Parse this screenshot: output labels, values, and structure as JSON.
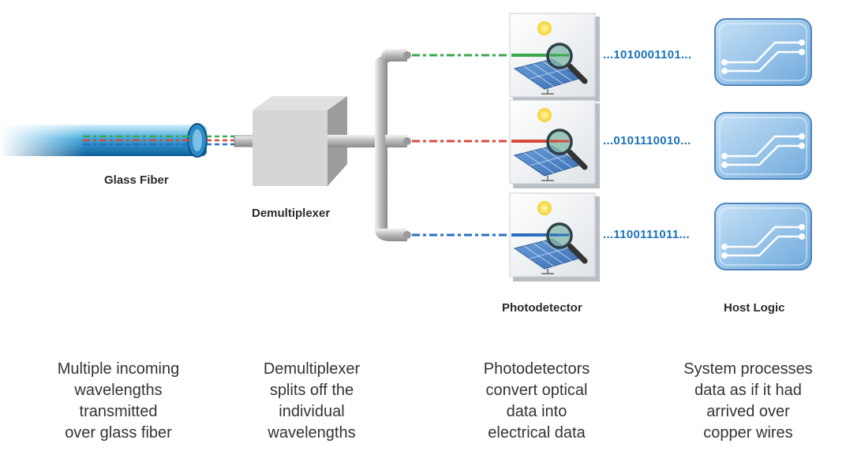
{
  "labels": {
    "glass_fiber": "Glass Fiber",
    "demultiplexer": "Demultiplexer",
    "photodetector": "Photodetector",
    "host_logic": "Host Logic"
  },
  "channels": [
    {
      "color": "#3aa84a",
      "bits": "...1010001101..."
    },
    {
      "color": "#d84a3a",
      "bits": "...0101110010..."
    },
    {
      "color": "#2a6fc0",
      "bits": "...1100111011..."
    }
  ],
  "descriptions": {
    "fiber": [
      "Multiple incoming",
      "wavelengths",
      "transmitted",
      "over glass fiber"
    ],
    "demux": [
      "Demultiplexer",
      "splits off the",
      "individual",
      "wavelengths"
    ],
    "photo": [
      "Photodetectors",
      "convert optical",
      "data into",
      "electrical data"
    ],
    "host": [
      "System processes",
      "data as if it had",
      "arrived over",
      "copper wires"
    ]
  },
  "colors": {
    "accent": "#1a73b8",
    "fiber": "#3aa6dc",
    "box": "#e4e4e4"
  }
}
